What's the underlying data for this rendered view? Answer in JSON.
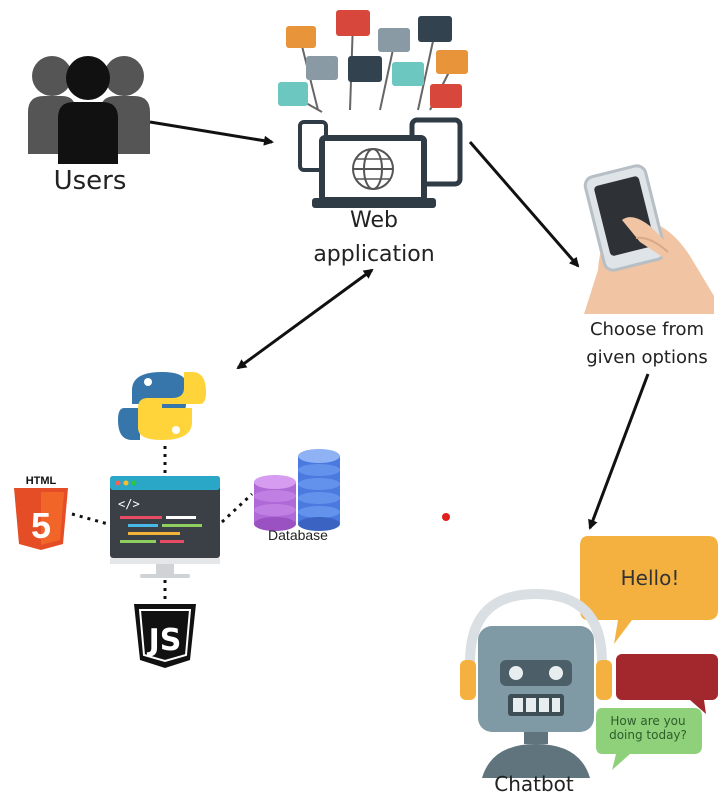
{
  "labels": {
    "users": "Users",
    "web_app_line1": "Web",
    "web_app_line2": "application",
    "choose_line1": "Choose from",
    "choose_line2": "given options",
    "database": "Database",
    "chatbot": "Chatbot",
    "hello": "Hello!",
    "how_are_you": "How are you doing today?",
    "html_badge": "HTML",
    "html_number": "5",
    "js_badge": "JS"
  },
  "colors": {
    "arrow": "#111111",
    "python_blue": "#3776ab",
    "python_yellow": "#ffd43b",
    "html_orange": "#e44d26",
    "db_purple": "#b06ad8",
    "db_blue": "#4a7ae0",
    "robot_gray": "#7f9aa4",
    "speech_yellow": "#f5b13f",
    "speech_red": "#a3282e",
    "speech_green": "#8fd07b",
    "red_dot": "#e0201b"
  },
  "icons": [
    "users-icon",
    "web-app-icon",
    "hand-phone-icon",
    "python-icon",
    "html5-icon",
    "code-monitor-icon",
    "database-icon",
    "javascript-icon",
    "robot-icon",
    "speech-bubble-icon"
  ]
}
